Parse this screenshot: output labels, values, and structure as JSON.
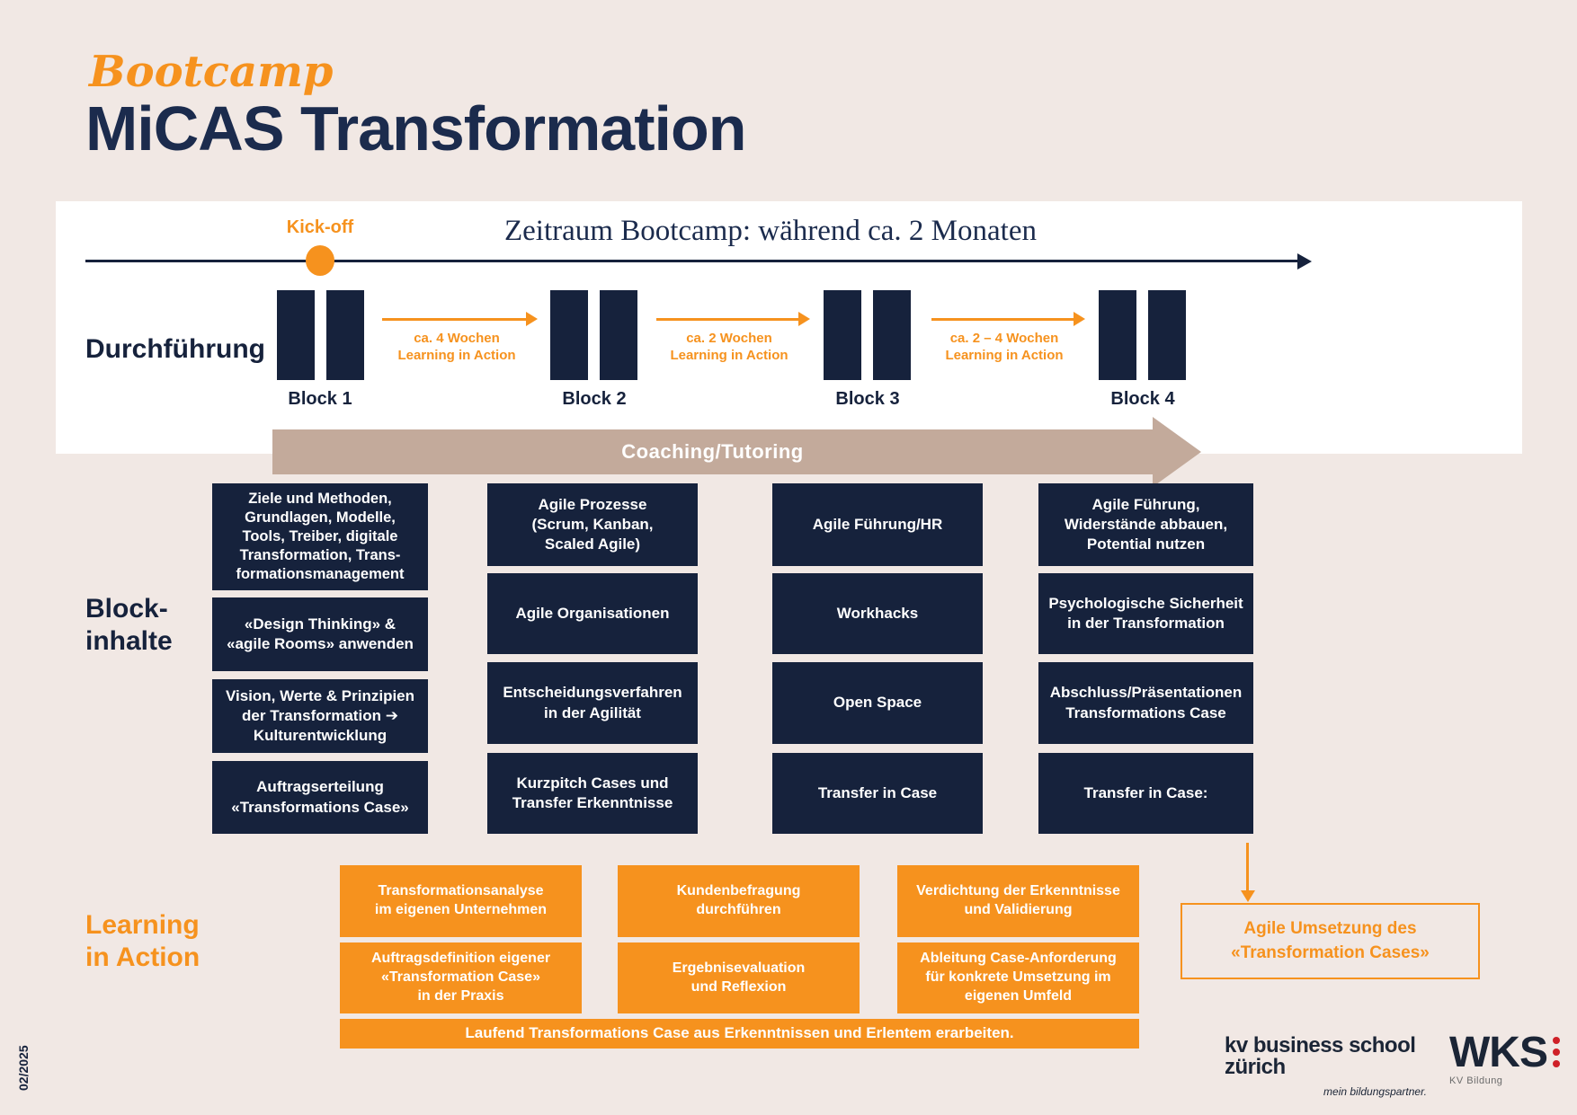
{
  "header": {
    "eyebrow": "Bootcamp",
    "title": "MiCAS Transformation"
  },
  "timeline": {
    "kickoff_label": "Kick-off",
    "period_title": "Zeitraum Bootcamp: während ca. 2 Monaten",
    "row_label": "Durchführung",
    "blocks": [
      "Block 1",
      "Block 2",
      "Block 3",
      "Block 4"
    ],
    "gaps": [
      "ca. 4 Wochen\nLearning in Action",
      "ca. 2 Wochen\nLearning in Action",
      "ca. 2 – 4 Wochen\nLearning in Action"
    ],
    "coaching_label": "Coaching/Tutoring"
  },
  "content": {
    "section_label": "Block-\ninhalte",
    "columns": [
      {
        "boxes": [
          "Ziele und Methoden,\nGrundlagen, Modelle,\nTools, Treiber, digitale\nTransformation, Trans-\nformationsmanagement",
          "«Design Thinking» &\n«agile Rooms» anwenden",
          "Vision, Werte & Prinzipien\nder Transformation ➔\nKulturentwicklung",
          "Auftragserteilung\n«Transformations Case»"
        ]
      },
      {
        "boxes": [
          "Agile Prozesse\n(Scrum, Kanban,\nScaled Agile)",
          "Agile Organisationen",
          "Entscheidungsverfahren\nin der Agilität",
          "Kurzpitch Cases und\nTransfer Erkenntnisse"
        ]
      },
      {
        "boxes": [
          "Agile Führung/HR",
          "Workhacks",
          "Open Space",
          "Transfer in Case"
        ]
      },
      {
        "boxes": [
          "Agile Führung,\nWiderstände abbauen,\nPotential nutzen",
          "Psychologische Sicherheit\nin der Transformation",
          "Abschluss/Präsentationen\nTransformations Case",
          "Transfer in Case:"
        ]
      }
    ]
  },
  "learning": {
    "section_label": "Learning\nin Action",
    "row1": [
      "Transformationsanalyse\nim eigenen Unternehmen",
      "Kundenbefragung\ndurchführen",
      "Verdichtung der Erkenntnisse\nund Validierung"
    ],
    "row2": [
      "Auftragsdefinition eigener\n«Transformation Case»\nin der Praxis",
      "Ergebnisevaluation\nund Reflexion",
      "Ableitung Case-Anforderung\nfür konkrete Umsetzung im\neigenen Umfeld"
    ],
    "bar": "Laufend Transformations Case aus Erkenntnissen und Erlentem erarbeiten.",
    "outcome": "Agile Umsetzung des\n«Transformation Cases»"
  },
  "footer": {
    "edition": "02/2025",
    "kv_line1": "kv business school",
    "kv_line2": "zürich",
    "kv_tagline": "mein bildungspartner.",
    "wks": "WKS",
    "wks_sub": "KV Bildung"
  },
  "colors": {
    "background": "#f1e8e4",
    "navy": "#16223c",
    "orange": "#f6921e",
    "tan": "#c3aa9b",
    "logo_red": "#cf2027"
  }
}
